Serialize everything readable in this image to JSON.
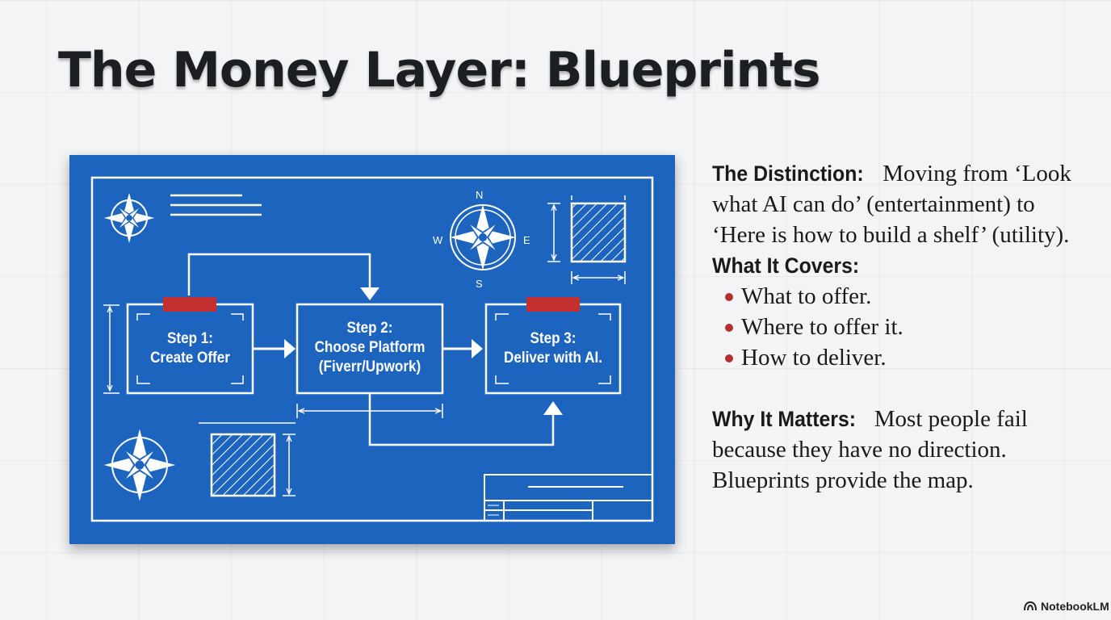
{
  "title": "The Money Layer: Blueprints",
  "diagram": {
    "steps": [
      {
        "label": "Step 1:\nCreate Offer"
      },
      {
        "label": "Step 2:\nChoose Platform\n(Fiverr/Upwork)"
      },
      {
        "label": "Step 3:\nDeliver with AI."
      }
    ],
    "compass": {
      "n": "N",
      "s": "S",
      "e": "E",
      "w": "W"
    },
    "colors": {
      "paper": "#1d64bf",
      "lines": "#ffffff",
      "marker": "#c3302f"
    }
  },
  "side": {
    "distinction_head": "The Distinction:",
    "distinction_text": " Moving from ‘Look what AI can do’ (entertainment) to ‘Here is how to build a shelf’ (utility).",
    "covers_head": "What It Covers:",
    "covers_items": [
      "What to offer.",
      "Where to offer it.",
      "How to deliver."
    ],
    "matters_head": "Why It Matters:",
    "matters_text": " Most people fail because they have no direction. Blueprints provide the map.",
    "bullet_color": "#b3302f"
  },
  "brand": {
    "name": "NotebookLM"
  }
}
